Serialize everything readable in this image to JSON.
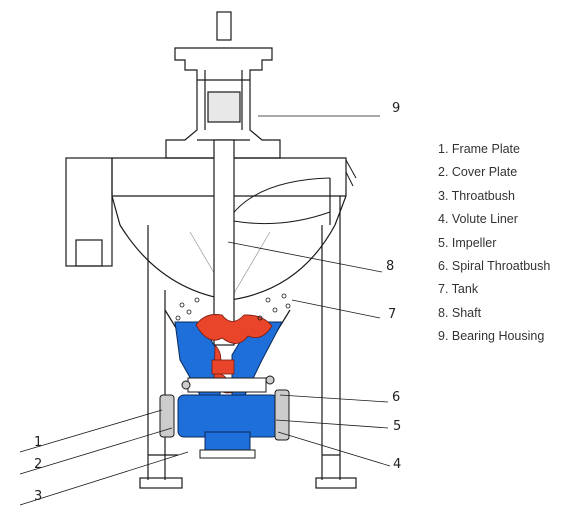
{
  "legend": [
    "1. Frame Plate",
    "2. Cover Plate",
    "3. Throatbush",
    "4. Volute Liner",
    "5. Impeller",
    "6. Spiral Throatbush",
    "7. Tank",
    "8. Shaft",
    "9. Bearing Housing"
  ],
  "callouts": {
    "c1": "1",
    "c2": "2",
    "c3": "3",
    "c4": "4",
    "c5": "5",
    "c6": "6",
    "c7": "7",
    "c8": "8",
    "c9": "9"
  },
  "colors": {
    "line": "#1a1a1a",
    "blue_parts": "#1e6fd9",
    "red_impeller": "#e8452a",
    "background": "#ffffff"
  }
}
